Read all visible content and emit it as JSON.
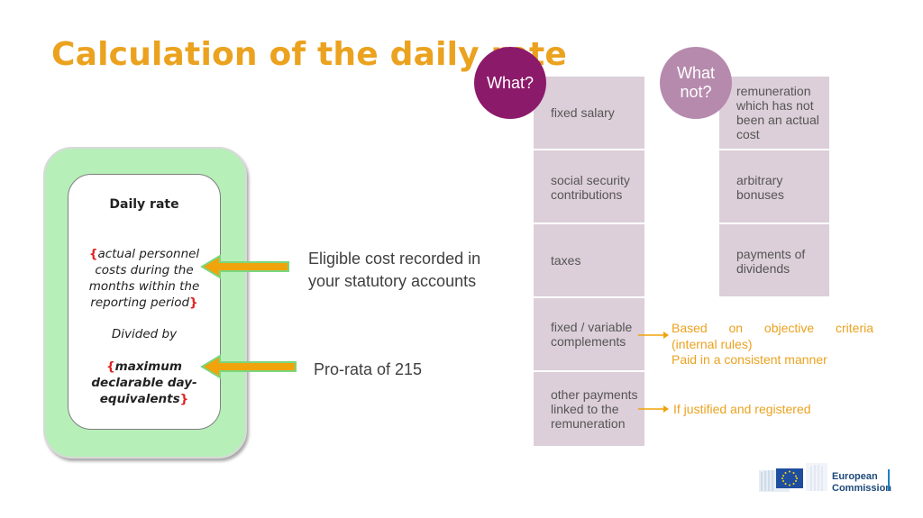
{
  "slide": {
    "title": "Calculation of the daily rate"
  },
  "formula_box": {
    "heading": "Daily rate",
    "brace_open": "{",
    "brace_close": "}",
    "numerator": "actual personnel costs during the months within the reporting period",
    "divider": "Divided by",
    "denominator": "maximum declarable day-equivalents"
  },
  "annotations": {
    "eligible_cost": "Eligible cost recorded in your statutory accounts",
    "pro_rata": "Pro-rata of 215"
  },
  "what": {
    "label": "What?",
    "items": [
      "fixed salary",
      "social security contributions",
      "taxes",
      "fixed / variable complements",
      "other payments linked to the remuneration"
    ]
  },
  "what_not": {
    "label": "What not?",
    "items": [
      "remuneration which has not been an actual cost",
      "arbitrary bonuses",
      "payments of dividends"
    ]
  },
  "notes": {
    "criteria_line1": "Based on objective criteria",
    "criteria_line2": "(internal rules)",
    "criteria_line3": "Paid in a consistent manner",
    "justified": "If justified and registered"
  },
  "logo": {
    "line1": "European",
    "line2": "Commission"
  },
  "colors": {
    "title": "#eba21f",
    "green_box": "#b6efb8",
    "cell": "#dccfd9",
    "what_circle": "#8c1a6a",
    "what_not_circle": "#b68aad",
    "arrow": "#f0a30a",
    "brace": "#e02020"
  }
}
